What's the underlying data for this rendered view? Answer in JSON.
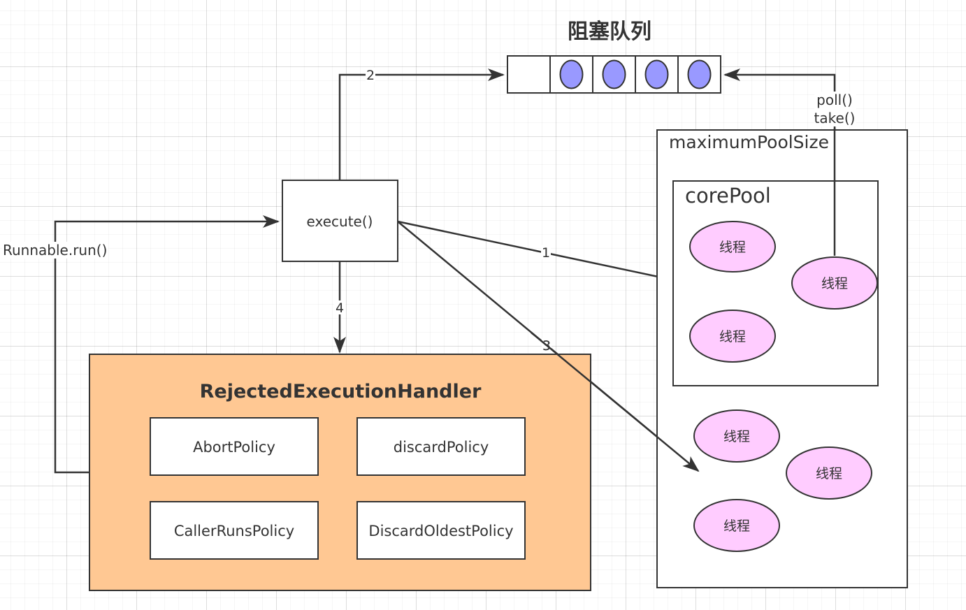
{
  "title": "阻塞队列",
  "queue": {
    "slots": 5,
    "filled_slots": 4
  },
  "execute_label": "execute()",
  "runnable_label": "Runnable.run()",
  "poll_label": "poll()",
  "take_label": "take()",
  "edge_labels": {
    "e1": "1",
    "e2": "2",
    "e3": "3",
    "e4": "4"
  },
  "max_pool": {
    "label": "maximumPoolSize"
  },
  "core_pool": {
    "label": "corePool"
  },
  "thread_label": "线程",
  "handler": {
    "title": "RejectedExecutionHandler",
    "policies": [
      "AbortPolicy",
      "discardPolicy",
      "CallerRunsPolicy",
      "DiscardOldestPolicy"
    ]
  },
  "colors": {
    "handler_fill": "#FFC893",
    "thread_fill": "#FFCCFF",
    "queue_item_fill": "#9999FF",
    "stroke": "#333333"
  }
}
